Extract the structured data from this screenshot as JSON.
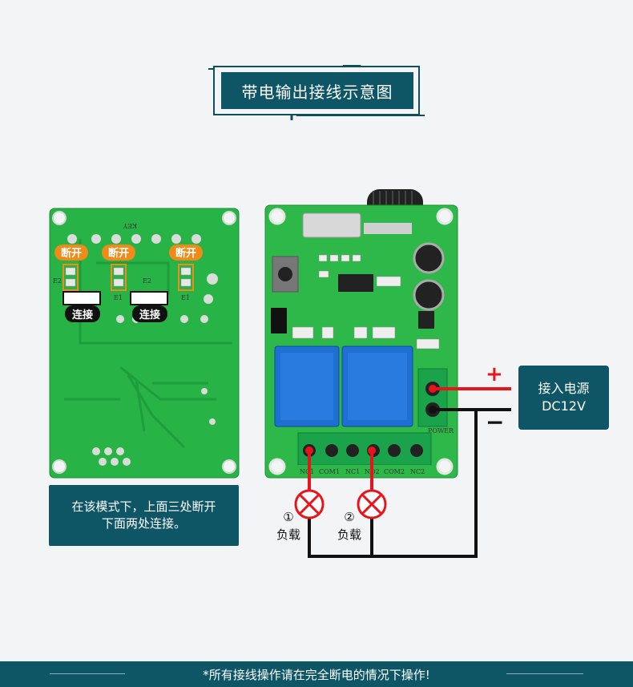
{
  "header": {
    "title": "带电输出接线示意图"
  },
  "board_back": {
    "open_labels": [
      "断开",
      "断开",
      "断开"
    ],
    "connect_labels": [
      "连接",
      "连接"
    ],
    "silk_labels": [
      "E2",
      "E1",
      "E2",
      "E1"
    ]
  },
  "note": {
    "line1": "在该模式下，上面三处断开",
    "line2": "下面两处连接。"
  },
  "board_front": {
    "terminal_labels": [
      "NC1",
      "COM1",
      "NC1",
      "NO2",
      "COM2",
      "NC2"
    ],
    "key_label": "KEY",
    "power_silk": "POWER"
  },
  "power": {
    "plus": "+",
    "minus": "−",
    "line1": "接入电源",
    "line2": "DC12V"
  },
  "loads": [
    {
      "num": "①",
      "label": "负载"
    },
    {
      "num": "②",
      "label": "负载"
    }
  ],
  "footer": {
    "text": "*所有接线操作请在完全断电的情况下操作!"
  },
  "colors": {
    "teal": "#0e5566",
    "pcb_green": "#2fb84a",
    "wire_red": "#e8141c",
    "tag_orange": "#f08a18",
    "relay_blue": "#1e6fd1"
  }
}
